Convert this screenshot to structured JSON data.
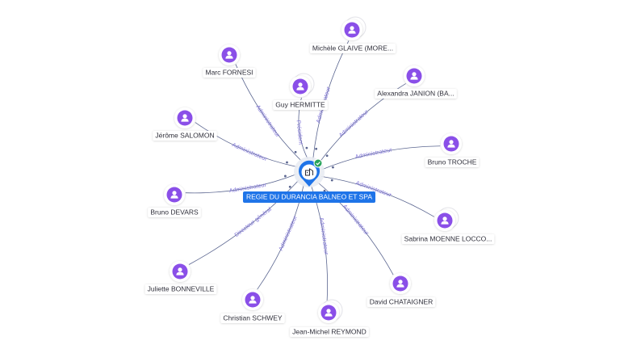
{
  "center": {
    "label": "REGIE DU DURANCIA BALNEO ET SPA",
    "icon": "building-icon",
    "status_icon": "check-icon",
    "colors": {
      "pin": "#1f74e8",
      "label_bg": "#1f74e8",
      "status": "#27a35a"
    }
  },
  "colors": {
    "person": "#8a4fe8",
    "edge": "#5b6690",
    "edge_label": "#7b6fd6",
    "label_bg": "#ffffff",
    "node_shadow": "#e4e4ea"
  },
  "people": [
    {
      "name": "Michèle GLAIVE (MORE...",
      "role": "Administrateur",
      "stacked": true
    },
    {
      "name": "Marc FORNESI",
      "role": "Administrateur",
      "stacked": false
    },
    {
      "name": "Guy HERMITTE",
      "role": "Président",
      "stacked": true
    },
    {
      "name": "Alexandra JANION (BA...",
      "role": "Administrateur",
      "stacked": false
    },
    {
      "name": "Jérôme SALOMON",
      "role": "Administrateur",
      "stacked": false
    },
    {
      "name": "Bruno TROCHE",
      "role": "Administrateur",
      "stacked": false
    },
    {
      "name": "Bruno DEVARS",
      "role": "Administrateur",
      "stacked": false
    },
    {
      "name": "Sabrina MOENNE LOCCO...",
      "role": "Administrateur",
      "stacked": true
    },
    {
      "name": "Juliette BONNEVILLE",
      "role": "Directeur général",
      "stacked": false
    },
    {
      "name": "David CHATAIGNER",
      "role": "Administrateur",
      "stacked": false
    },
    {
      "name": "Christian SCHWEY",
      "role": "Administrateur",
      "stacked": false
    },
    {
      "name": "Jean-Michel REYMOND",
      "role": "Administrateur",
      "stacked": true
    }
  ]
}
